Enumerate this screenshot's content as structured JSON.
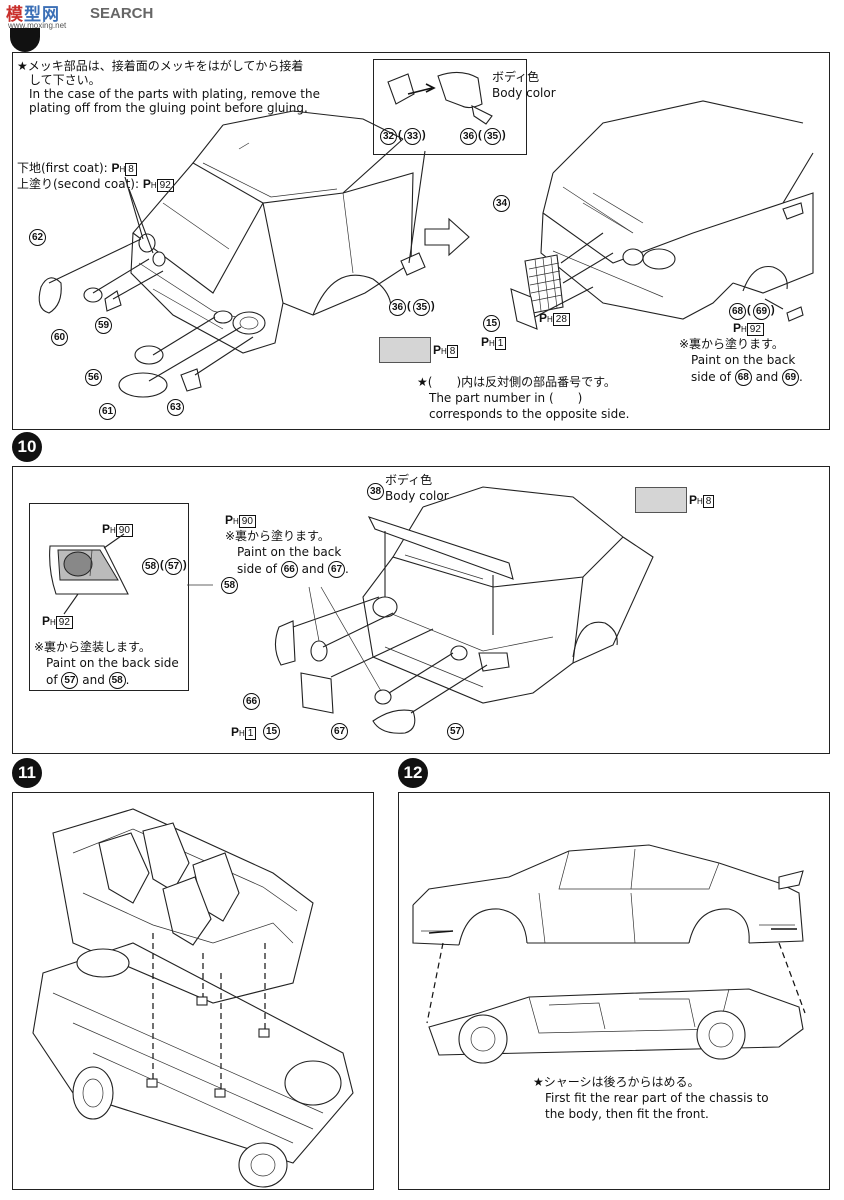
{
  "watermark": {
    "logo_text": "SEARCH",
    "url": "www.moxing.net"
  },
  "step9": {
    "note_plating_jp": "★メッキ部品は、接着面のメッキをはがしてから接着",
    "note_plating_jp2": "して下さい。",
    "note_plating_en1": "In the case of the parts with plating, remove the",
    "note_plating_en2": "plating off from the gluing point before gluing.",
    "first_coat": "下地(first coat):",
    "first_coat_code": "8",
    "second_coat": "上塗り(second coat):",
    "second_coat_code": "92",
    "mirror_color_jp": "ボディ色",
    "mirror_color_en": "Body color",
    "mirror_parts": [
      "32",
      "33",
      "36",
      "35"
    ],
    "parts_left": [
      "62",
      "60",
      "59",
      "56",
      "61",
      "63"
    ],
    "part_36": "36",
    "part_35": "35",
    "swatch_code": "8",
    "part_34": "34",
    "part_15": "15",
    "grille_code": "28",
    "plate_code": "1",
    "parts_68_69": [
      "68",
      "69"
    ],
    "back_code": "92",
    "back_note_jp": "※裏から塗ります。",
    "back_note_en1": "Paint on the back",
    "back_note_en2_pre": "side of",
    "back_note_en2_and": "and",
    "opposite_note_jp": "★(　　)内は反対側の部品番号です。",
    "opposite_note_en1": "The part number in (　　)",
    "opposite_note_en2": "corresponds to the opposite side."
  },
  "step10": {
    "step_number": "10",
    "inset_code_top": "90",
    "inset_code_bottom": "92",
    "inset_parts": [
      "58",
      "57"
    ],
    "inset_note_jp": "※裏から塗装します。",
    "inset_note_en1": "Paint on the back side",
    "inset_note_en2_pre": "of",
    "inset_note_en2_and": "and",
    "center_code": "90",
    "center_note_jp": "※裏から塗ります。",
    "center_note_en1": "Paint on the back",
    "center_note_en2_pre": "side of",
    "center_note_en2_and": "and",
    "wing_part": "38",
    "wing_color_jp": "ボディ色",
    "wing_color_en": "Body color",
    "swatch_code": "8",
    "parts": [
      "58",
      "66",
      "15",
      "67",
      "57"
    ],
    "plate_code": "1"
  },
  "step11": {
    "step_number": "11"
  },
  "step12": {
    "step_number": "12",
    "note_jp": "★シャーシは後ろからはめる。",
    "note_en1": "First fit the rear part of the chassis to",
    "note_en2": "the body, then fit the front."
  },
  "ph_prefix": "P",
  "ph_sub": "H",
  "colors": {
    "swatch_gray": "#d5d5d5",
    "logo_red": "#c9302c",
    "logo_blue": "#3b6fb6"
  }
}
